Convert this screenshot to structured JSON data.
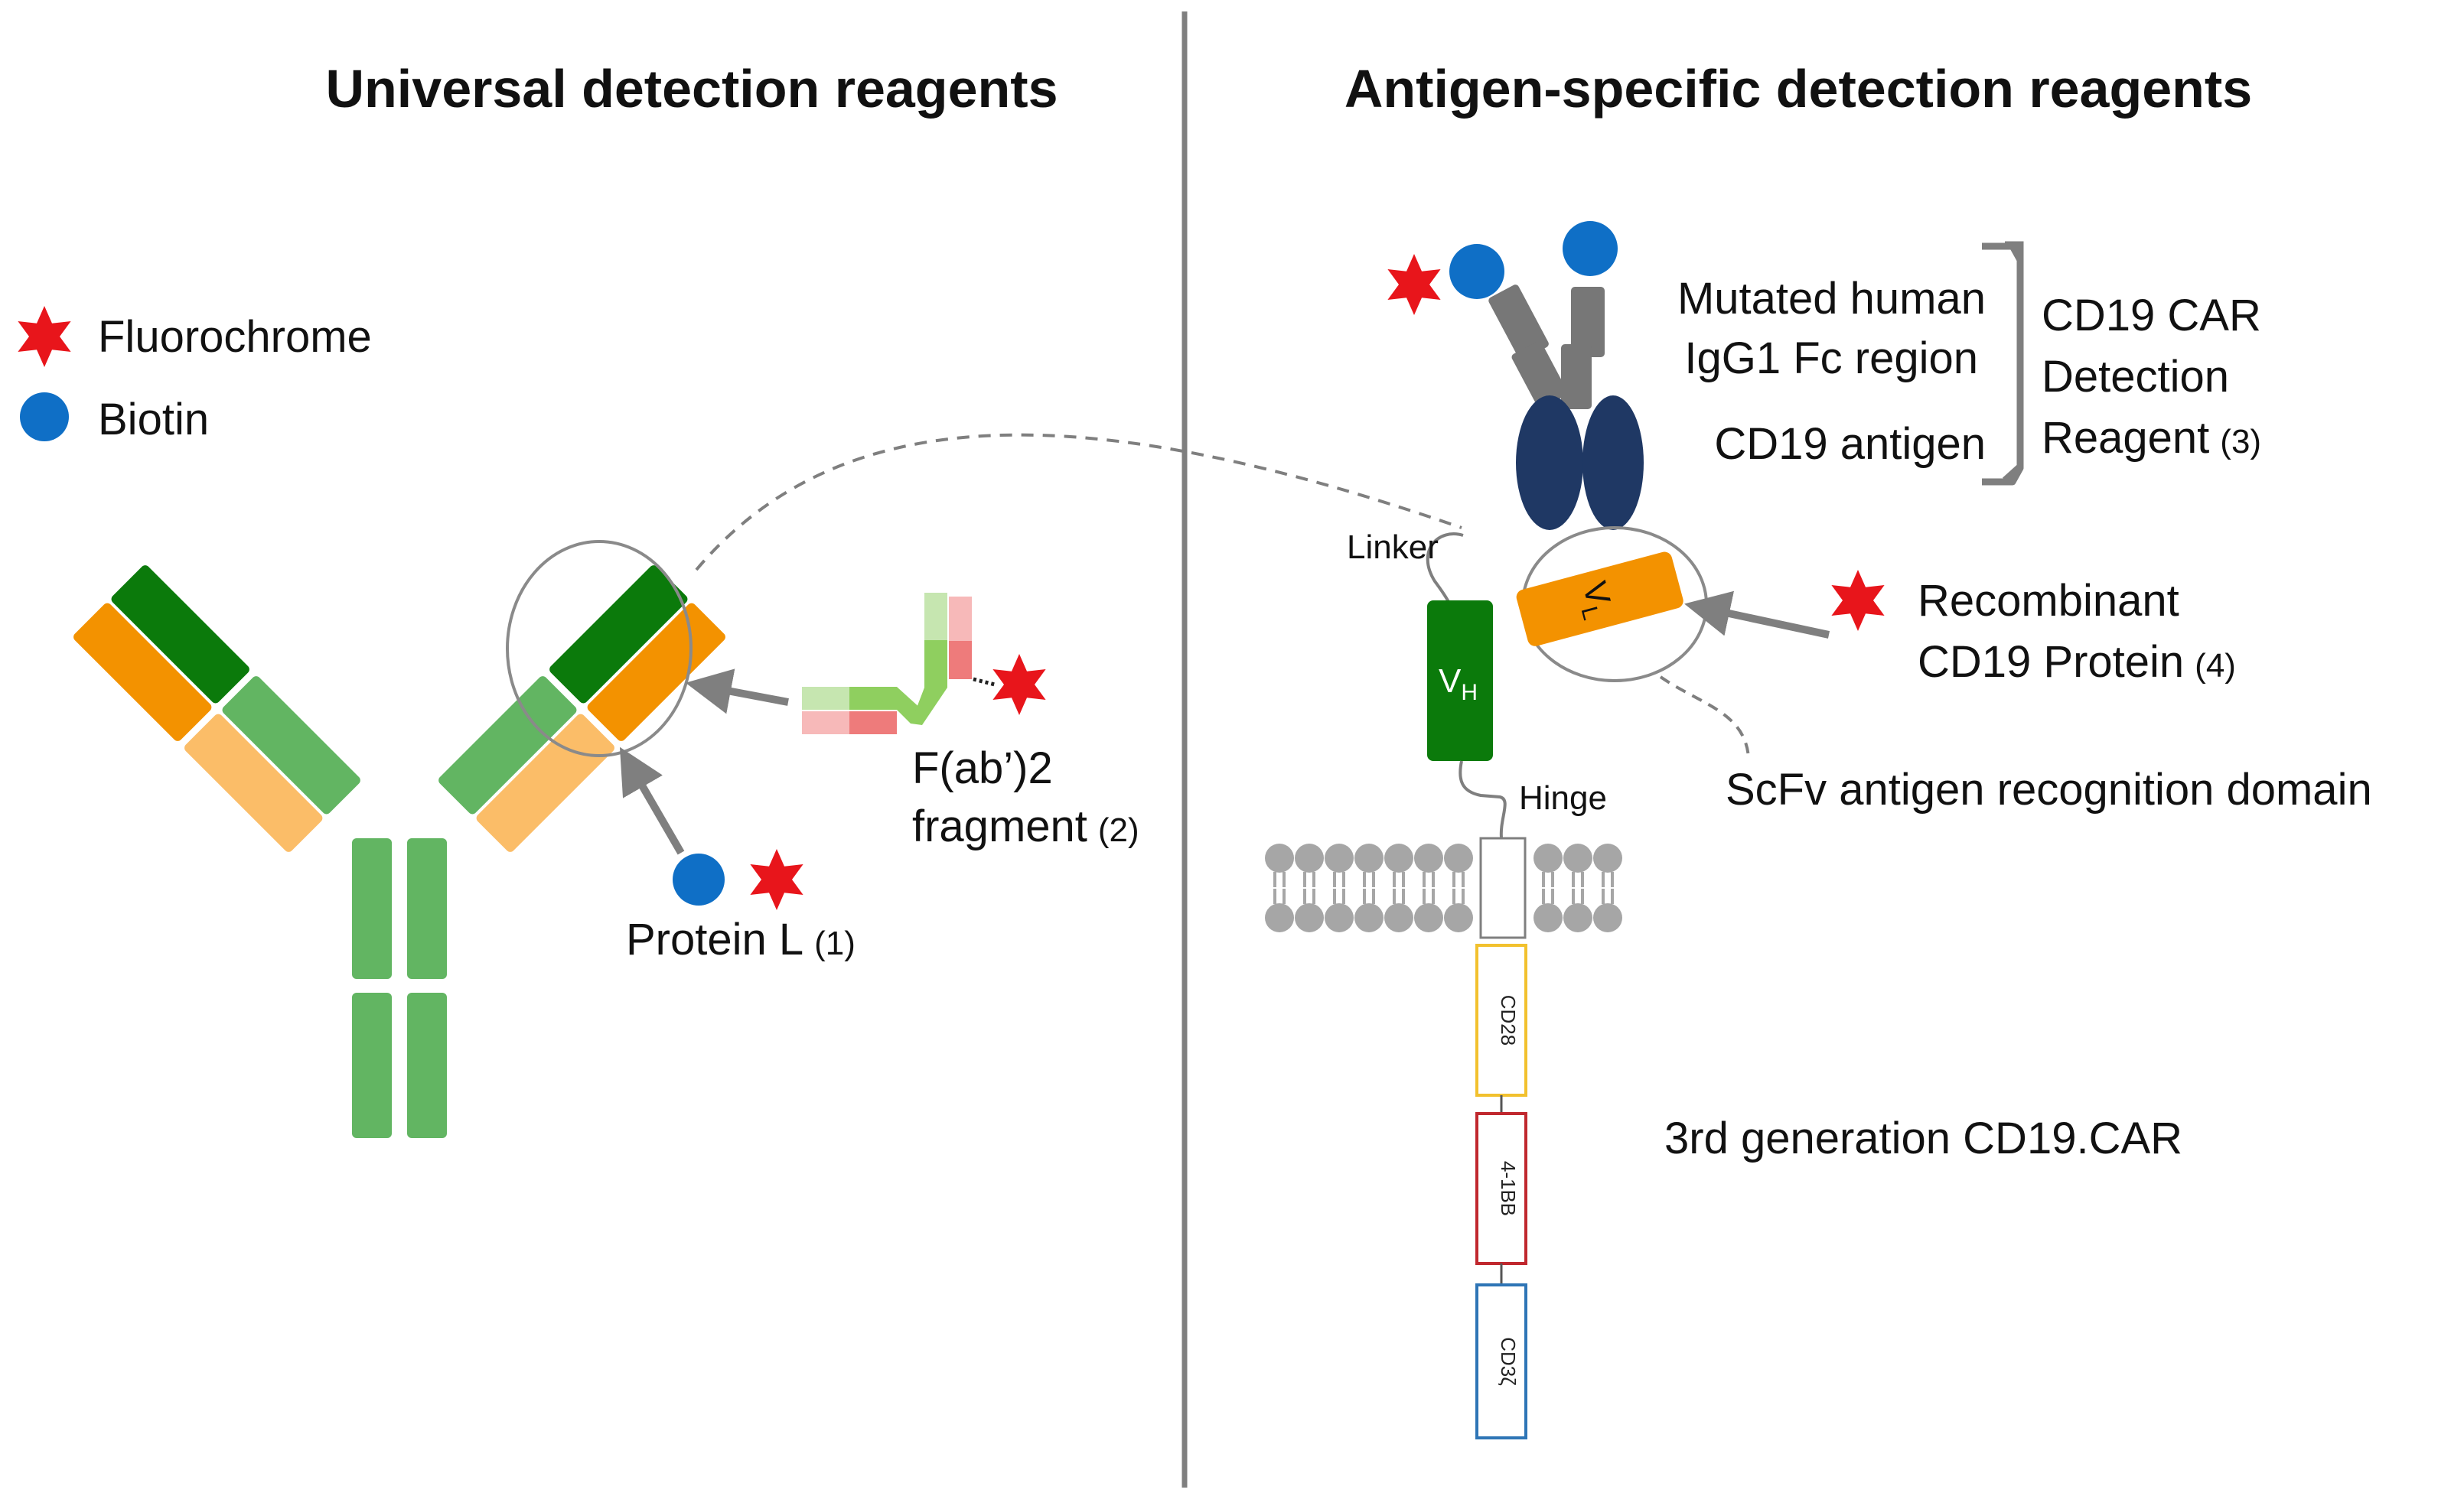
{
  "titles": {
    "left": "Universal detection reagents",
    "right": "Antigen-specific detection reagents"
  },
  "legend": {
    "fluorochrome": "Fluorochrome",
    "biotin": "Biotin"
  },
  "left_panel": {
    "protein_l": {
      "text": "Protein L",
      "num": "(1)"
    },
    "fab": {
      "line1": "F(ab’)2",
      "line2": "fragment",
      "num": "(2)"
    }
  },
  "right_panel": {
    "fc_line1": "Mutated human",
    "fc_line2": "IgG1 Fc region",
    "cd19_antigen": "CD19 antigen",
    "reagent3": {
      "line1": "CD19 CAR",
      "line2": "Detection",
      "line3": "Reagent",
      "num": "(3)"
    },
    "recombinant": {
      "line1": "Recombinant",
      "line2": "CD19 Protein",
      "num": "(4)"
    },
    "linker": "Linker",
    "vl": {
      "main": "V",
      "sub": "L"
    },
    "vh": {
      "main": "V",
      "sub": "H"
    },
    "hinge": "Hinge",
    "scfv": "ScFv antigen recognition domain",
    "car_title": "3rd generation CD19.CAR",
    "domains": [
      "CD28",
      "4-1BB",
      "CD3ζ"
    ]
  },
  "colors": {
    "dark_green": "#0b7a0b",
    "light_green": "#62b562",
    "orange": "#f39200",
    "light_orange": "#fbbd68",
    "navy": "#1f3864",
    "grey": "#7f7f7f",
    "red": "#e8151b",
    "blue": "#0f6fc6",
    "cd28_border": "#f2c12e",
    "bb_border": "#c0282e",
    "cd3_border": "#2e75b6"
  }
}
